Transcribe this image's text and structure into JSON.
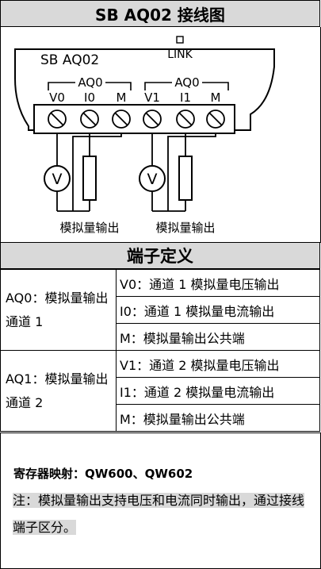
{
  "title": "SB AQ02 接线图",
  "diagram": {
    "module_label": "SB AQ02",
    "link_label": "LINK",
    "group_left": "AQ0",
    "group_right": "AQ0",
    "terminals": [
      "V0",
      "I0",
      "M",
      "V1",
      "I1",
      "M"
    ],
    "voltmeter_symbol": "V",
    "output_label_left": "模拟量输出",
    "output_label_right": "模拟量输出"
  },
  "section_title": "端子定义",
  "table": {
    "groups": [
      {
        "name": "AQ0：模拟量输出通道 1",
        "definitions": [
          "V0：通道 1 模拟量电压输出",
          "I0：通道 1 模拟量电流输出",
          "M：模拟量输出公共端"
        ]
      },
      {
        "name": "AQ1：模拟量输出通道 2",
        "definitions": [
          "V1：通道 2 模拟量电压输出",
          "I1：通道 2 模拟量电流输出",
          "M：模拟量输出公共端"
        ]
      }
    ]
  },
  "register_mapping": "寄存器映射：QW600、QW602",
  "note": "注：模拟量输出支持电压和电流同时输出，通过接线端子区分。"
}
